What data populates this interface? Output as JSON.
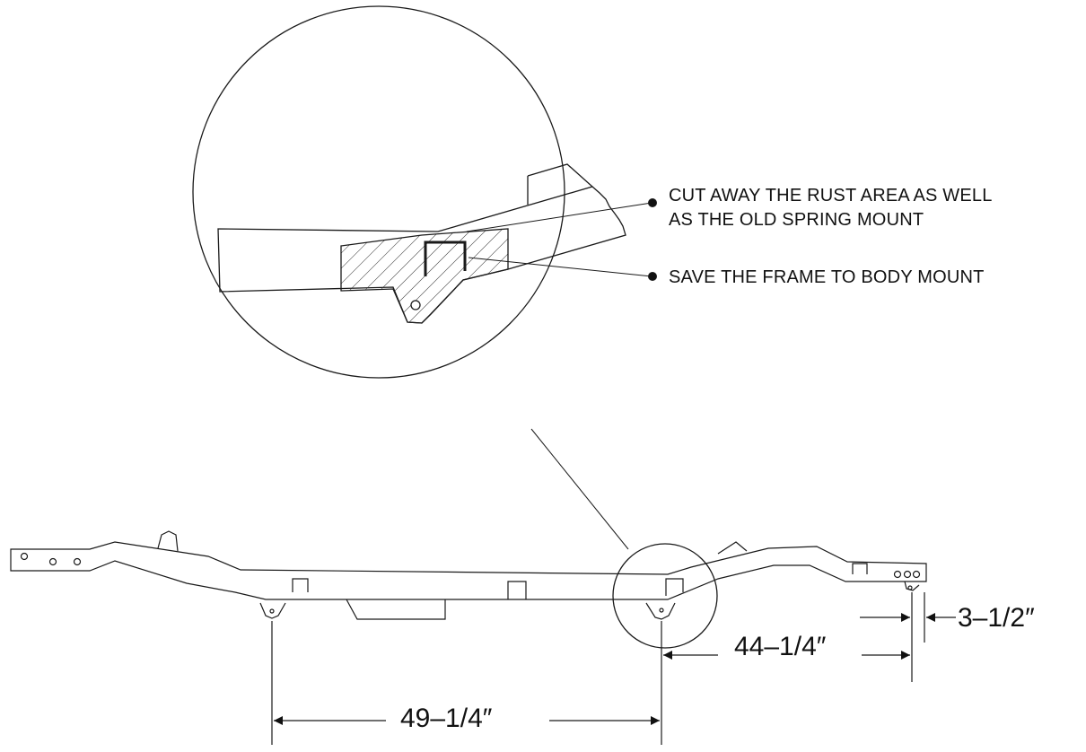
{
  "callouts": {
    "cut_line1": "CUT AWAY THE RUST AREA AS WELL",
    "cut_line2": "AS THE OLD SPRING MOUNT",
    "save": "SAVE THE FRAME TO BODY MOUNT"
  },
  "dimensions": {
    "offset": "3–1/2″",
    "front_span": "44–1/4″",
    "rear_span": "49–1/4″"
  },
  "colors": {
    "line": "#1a1a1a",
    "background": "#ffffff"
  }
}
